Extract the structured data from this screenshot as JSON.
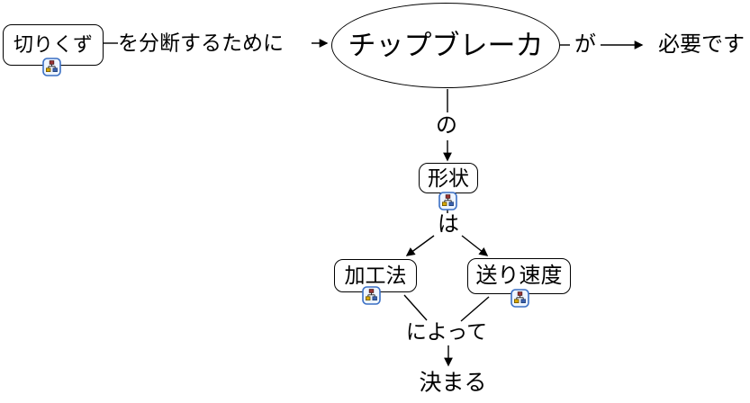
{
  "nodes": {
    "kirikuzu": "切りくず",
    "chipbreaker": "チップブレーカ",
    "keijou": "形状",
    "kakouhou": "加工法",
    "okurisokudo": "送り速度"
  },
  "labels": {
    "wo_bundan": "を分断するために",
    "ga": "が",
    "hitsuyou": "必要です",
    "no": "の",
    "wa": "は",
    "niyotte": "によって",
    "kimaru": "決まる"
  },
  "icons": {
    "attachment": "org-chart-submap-icon"
  },
  "colors": {
    "line": "#000000",
    "node_border": "#000000",
    "node_fill": "#ffffff",
    "text": "#000000",
    "icon_border": "#3a6fc4",
    "icon_fill": "#eef5ff",
    "icon_top_square": "#993333",
    "icon_left_square": "#d9a800",
    "icon_right_square": "#3b62b0",
    "background": "#ffffff"
  }
}
